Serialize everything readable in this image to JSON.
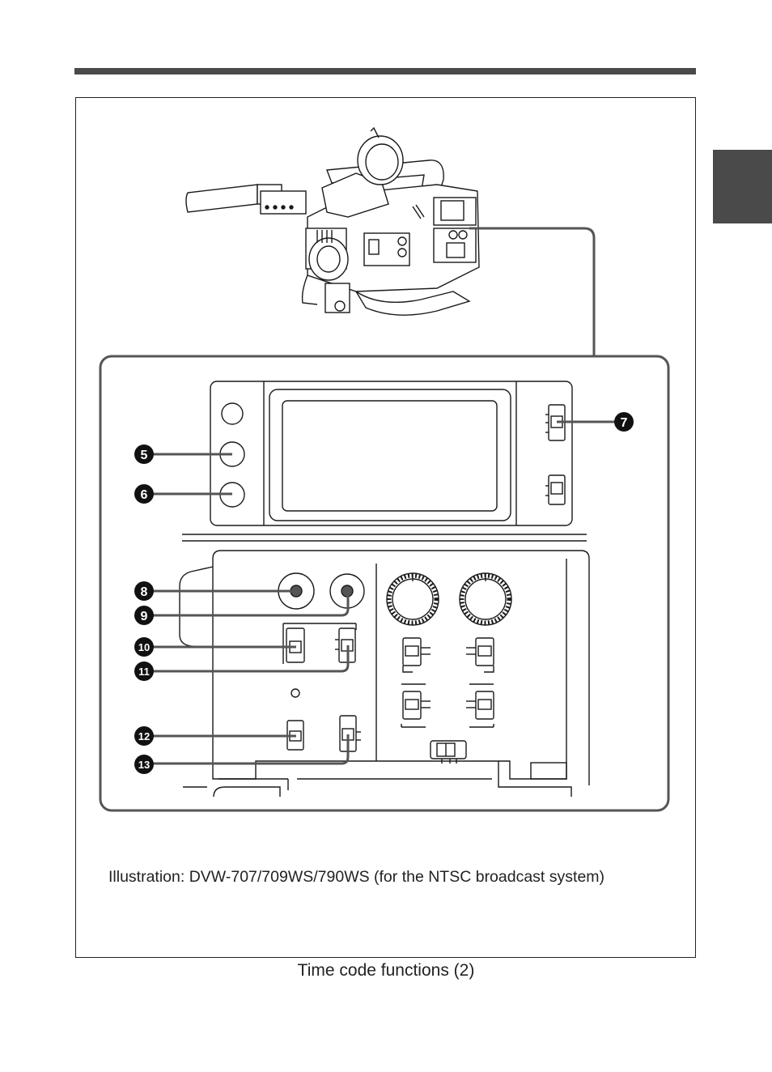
{
  "figure": {
    "caption": "Illustration: DVW-707/709WS/790WS (for the NTSC broadcast system)",
    "title": "Time code functions (2)"
  },
  "callouts": [
    "5",
    "6",
    "7",
    "8",
    "9",
    "10",
    "11",
    "12",
    "13"
  ],
  "colors": {
    "rule": "#4a4a4a",
    "line": "#1a1a1a",
    "callout_line": "#555555",
    "badge": "#111111"
  }
}
